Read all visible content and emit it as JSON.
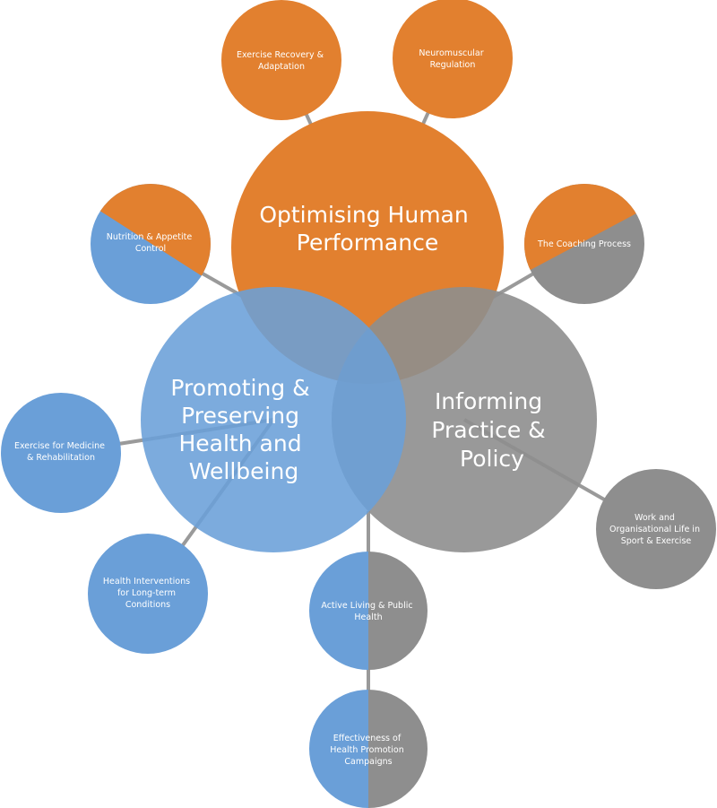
{
  "colors": {
    "orange": "#E2802F",
    "blue": "#6A9FD8",
    "grey": "#8E8E8E",
    "connector": "#9A9A9A"
  },
  "main": {
    "performance": [
      "Optimising Human",
      "Performance"
    ],
    "health": [
      "Promoting &",
      "Preserving",
      "Health and",
      "Wellbeing"
    ],
    "practice": [
      "Informing",
      "Practice &",
      "Policy"
    ]
  },
  "satellites": {
    "recovery": [
      "Exercise Recovery &",
      "Adaptation"
    ],
    "neuromuscular": [
      "Neuromuscular",
      "Regulation"
    ],
    "nutrition": [
      "Nutrition & Appetite",
      "Control"
    ],
    "coaching": [
      "The Coaching Process"
    ],
    "medicine": [
      "Exercise for Medicine",
      "& Rehabilitation"
    ],
    "interventions": [
      "Health Interventions",
      "for Long-term",
      "Conditions"
    ],
    "active": [
      "Active Living & Public",
      "Health"
    ],
    "campaigns": [
      "Effectiveness of",
      "Health Promotion",
      "Campaigns"
    ],
    "work": [
      "Work and",
      "Organisational Life in",
      "Sport & Exercise"
    ]
  }
}
